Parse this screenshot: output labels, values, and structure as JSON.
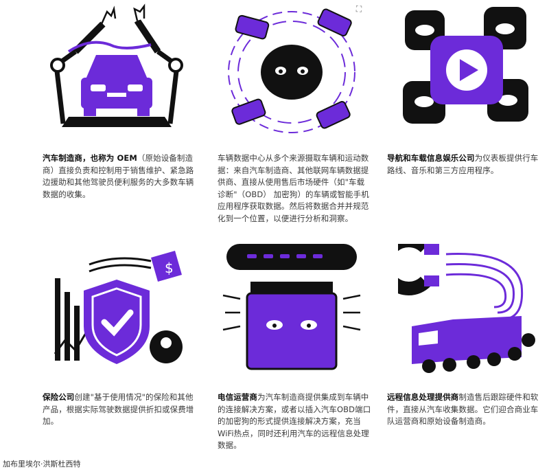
{
  "items": [
    {
      "bold": "汽车制造商，也称为 OEM",
      "rest": "（原始设备制造商）直接负责和控制用于销售维护、紧急路边援助和其他驾驶员便利服务的大多数车辆数据的收集。",
      "illustration": "robot-arms-car"
    },
    {
      "bold": "",
      "rest": "车辆数据中心从多个来源摄取车辆和运动数据：来自汽车制造商、其他联网车辆数据提供商、直接从使用售后市场硬件（如\"车载诊断\"（OBD） 加密狗）的车辆或智能手机应用程序获取数据。然后将数据合并并规范化到一个位置，以便进行分析和洞察。",
      "illustration": "data-hub-cars"
    },
    {
      "bold": "导航和车载信息娱乐公司",
      "rest": "为仪表板提供行车路线、音乐和第三方应用程序。",
      "illustration": "play-screens"
    },
    {
      "bold": "保险公司",
      "rest": "创建\"基于使用情况\"的保险和其他产品，根据实际驾驶数据提供折扣或保费增加。",
      "illustration": "shield-price-tag"
    },
    {
      "bold": "电信运营商",
      "rest": "为汽车制造商提供集成到车辆中的连接解决方案，或者以插入汽车OBD端口的加密狗的形式提供连接解决方案，充当WiFi热点，同时还利用汽车的远程信息处理数据。",
      "illustration": "telecom-device"
    },
    {
      "bold": "远程信息处理提供商",
      "rest": "制造售后跟踪硬件和软件，直接从汽车收集数据。它们迎合商业车队运营商和原始设备制造商。",
      "illustration": "magnet-truck"
    }
  ],
  "credit": "加布里埃尔·洪斯杜西特",
  "colors": {
    "purple": "#6c2bd9",
    "ink": "#111111"
  }
}
